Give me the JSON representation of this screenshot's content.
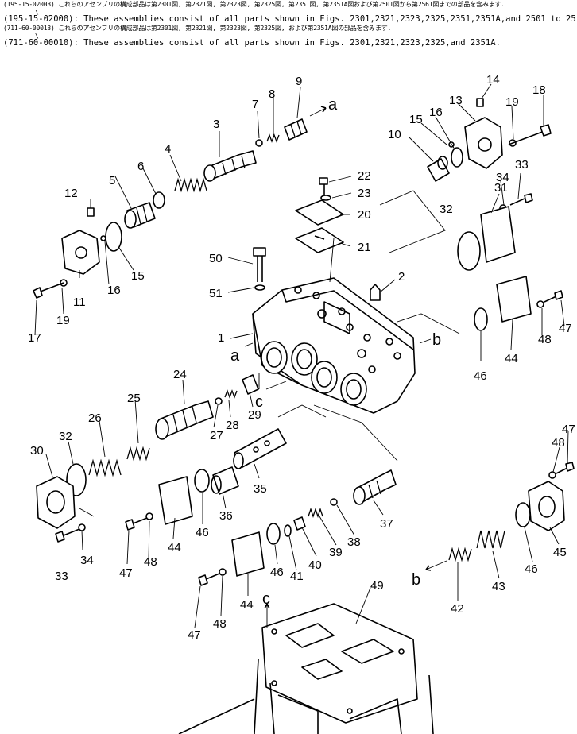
{
  "header": {
    "lines": [
      {
        "code": "(195-15-02003)",
        "text": "これらのアセンブリの構成部品は第2301図, 第2321図, 第2323図, 第2325図, 第2351図, 第2351A図および第2501図から第2561図までの部品を含みます."
      },
      {
        "code": "(195-15-02000):",
        "text": "These assemblies consist of all parts shown in Figs. 2301,2321,2323,2325,2351,2351A,and 2501 to 2561."
      },
      {
        "code": "(711-60-00013)",
        "text": "これらのアセンブリの構成部品は第2301図, 第2321図, 第2323図, 第2325図, および第2351A図の部品を含みます."
      },
      {
        "code": "(711-60-00010):",
        "text": "These assemblies consist of all parts shown in Figs. 2301,2321,2323,2325,and 2351A."
      }
    ],
    "tick": "\\"
  },
  "diagram": {
    "labels": {
      "p1": "1",
      "p2": "2",
      "p3": "3",
      "p4": "4",
      "p5": "5",
      "p6": "6",
      "p7": "7",
      "p8": "8",
      "p9": "9",
      "p10": "10",
      "p11": "11",
      "p12": "12",
      "p13": "13",
      "p14": "14",
      "p15a": "15",
      "p15b": "15",
      "p16a": "16",
      "p16b": "16",
      "p17": "17",
      "p18": "18",
      "p19a": "19",
      "p19b": "19",
      "p20": "20",
      "p21": "21",
      "p22": "22",
      "p23": "23",
      "p24": "24",
      "p25": "25",
      "p26": "26",
      "p27": "27",
      "p28": "28",
      "p29": "29",
      "p30": "30",
      "p31": "31",
      "p32a": "32",
      "p32b": "32",
      "p33a": "33",
      "p33b": "33",
      "p34a": "34",
      "p34b": "34",
      "p35": "35",
      "p36": "36",
      "p37": "37",
      "p38": "38",
      "p39": "39",
      "p40": "40",
      "p41": "41",
      "p42": "42",
      "p43": "43",
      "p44a": "44",
      "p44b": "44",
      "p44c": "44",
      "p45": "45",
      "p46a": "46",
      "p46b": "46",
      "p46c": "46",
      "p46d": "46",
      "p47a": "47",
      "p47b": "47",
      "p47c": "47",
      "p47d": "47",
      "p48a": "48",
      "p48b": "48",
      "p48c": "48",
      "p48d": "48",
      "p49": "49",
      "p50": "50",
      "p51": "51"
    },
    "letters": {
      "a1": "a",
      "a2": "a",
      "b1": "b",
      "b2": "b",
      "c1": "c",
      "c2": "c"
    }
  }
}
